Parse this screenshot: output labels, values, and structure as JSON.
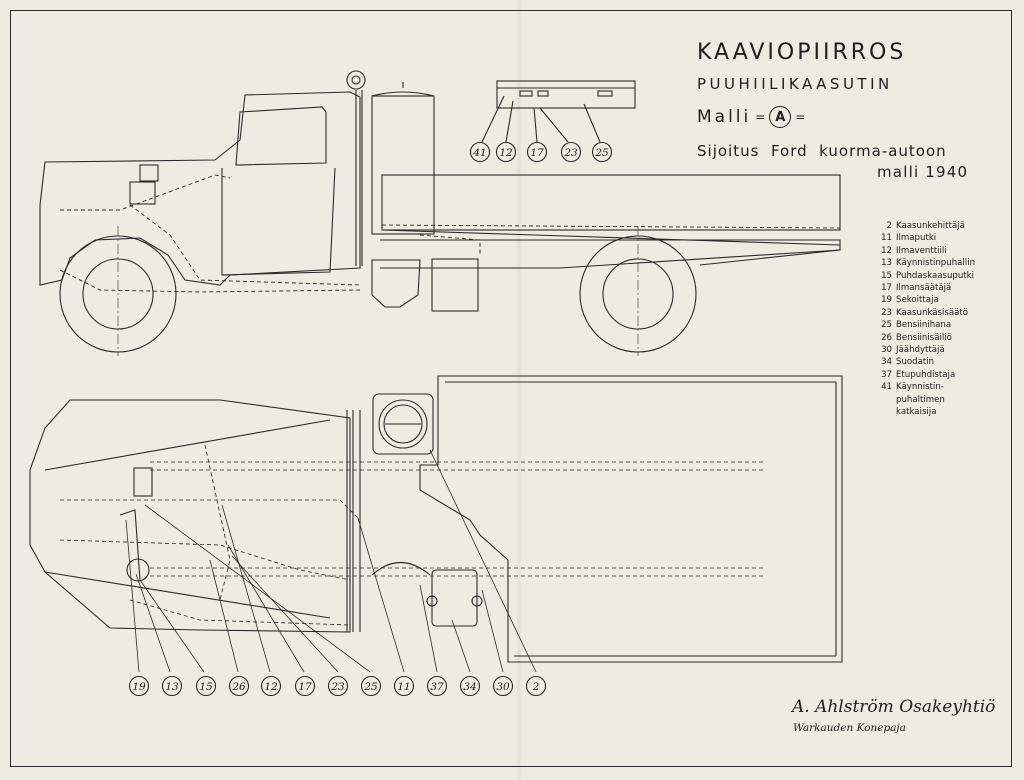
{
  "title": {
    "line1": "KAAVIOPIIRROS",
    "line2": "PUUHIILIKAASUTIN",
    "model_prefix": "Malli",
    "model_badge": "A",
    "placement": "Sijoitus  Ford  kuorma-autoon",
    "year": "malli 1940"
  },
  "legend": [
    {
      "num": "2",
      "label": "Kaasunkehittäjä"
    },
    {
      "num": "11",
      "label": "Ilmaputki"
    },
    {
      "num": "12",
      "label": "Ilmaventtiili"
    },
    {
      "num": "13",
      "label": "Käynnistinpuhallin"
    },
    {
      "num": "15",
      "label": "Puhdaskaasuputki"
    },
    {
      "num": "17",
      "label": "Ilmansäätäjä"
    },
    {
      "num": "19",
      "label": "Sekoittaja"
    },
    {
      "num": "23",
      "label": "Kaasunkäsisäätö"
    },
    {
      "num": "25",
      "label": "Bensiinihana"
    },
    {
      "num": "26",
      "label": "Bensiinisäiliö"
    },
    {
      "num": "30",
      "label": "Jäähdyttäjä"
    },
    {
      "num": "34",
      "label": "Suodatin"
    },
    {
      "num": "37",
      "label": "Etupuhdistaja"
    },
    {
      "num": "41",
      "label": "Käynnistin-puhaltimen katkaisija"
    }
  ],
  "callouts_dashboard": [
    "41",
    "12",
    "17",
    "23",
    "25"
  ],
  "callouts_plan": [
    "19",
    "13",
    "15",
    "26",
    "12",
    "17",
    "23",
    "25",
    "11",
    "37",
    "34",
    "30",
    "2"
  ],
  "footer": {
    "company": "A. Ahlström Osakeyhtiö",
    "works": "Warkauden Konepaja"
  },
  "colors": {
    "paper": "#eeebe2",
    "ink": "#2a2a2a"
  }
}
